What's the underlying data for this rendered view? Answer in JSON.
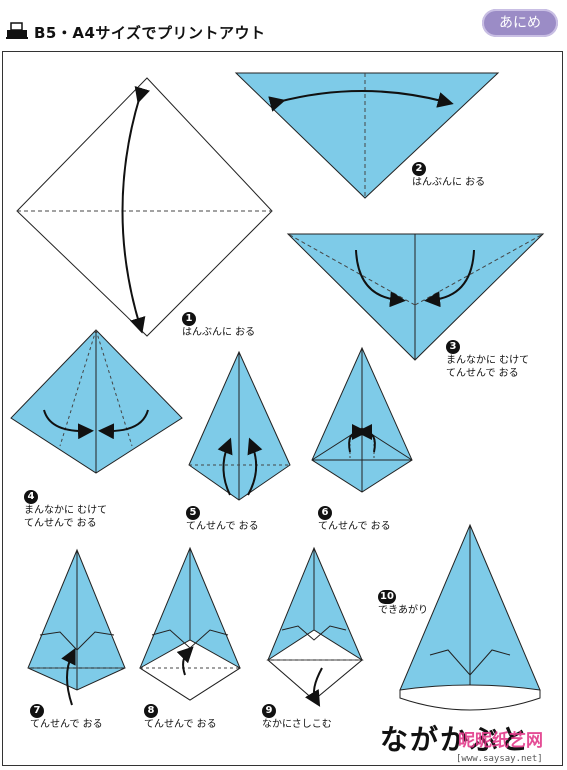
{
  "header": {
    "title": "B5・A4サイズでプリントアウト",
    "brand": "あにめ",
    "icon": "printer-icon"
  },
  "colors": {
    "paper_blue": "#7ecbe8",
    "outline": "#1a1a1a",
    "badge": "#9b8cc6"
  },
  "steps": [
    {
      "num": "1",
      "caption": "はんぶんに おる"
    },
    {
      "num": "2",
      "caption": "はんぶんに おる"
    },
    {
      "num": "3",
      "caption": "まんなかに むけて\nてんせんで おる"
    },
    {
      "num": "4",
      "caption": "まんなかに むけて\nてんせんで おる"
    },
    {
      "num": "5",
      "caption": "てんせんで おる"
    },
    {
      "num": "6",
      "caption": "てんせんで おる"
    },
    {
      "num": "7",
      "caption": "てんせんで おる"
    },
    {
      "num": "8",
      "caption": "てんせんで おる"
    },
    {
      "num": "9",
      "caption": "なかにさしこむ"
    },
    {
      "num": "10",
      "caption": "できあがり"
    }
  ],
  "final_title": "ながかぶと",
  "watermark": {
    "text": "昵昵纸艺网",
    "url": "[www.saysay.net]"
  }
}
